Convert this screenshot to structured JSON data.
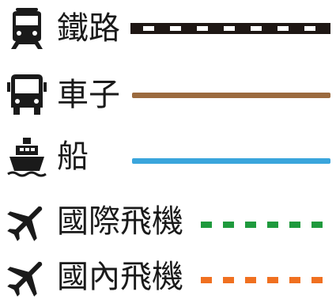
{
  "colors": {
    "text": "#1a1a1a",
    "railway": "#1e1714",
    "car": "#9b6a3e",
    "ship": "#3aa5dc",
    "international_flight": "#1f9a3d",
    "domestic_flight": "#f07020"
  },
  "legend": {
    "items": [
      {
        "label": "鐵路",
        "icon": "train-icon",
        "line_style": "black-white-dashed"
      },
      {
        "label": "車子",
        "icon": "bus-icon",
        "line_style": "solid-brown"
      },
      {
        "label": "船",
        "icon": "ship-icon",
        "line_style": "solid-blue"
      },
      {
        "label": "國際飛機",
        "icon": "airplane-icon",
        "line_style": "dashed-green"
      },
      {
        "label": "國內飛機",
        "icon": "airplane-icon",
        "line_style": "dashed-orange"
      }
    ]
  }
}
